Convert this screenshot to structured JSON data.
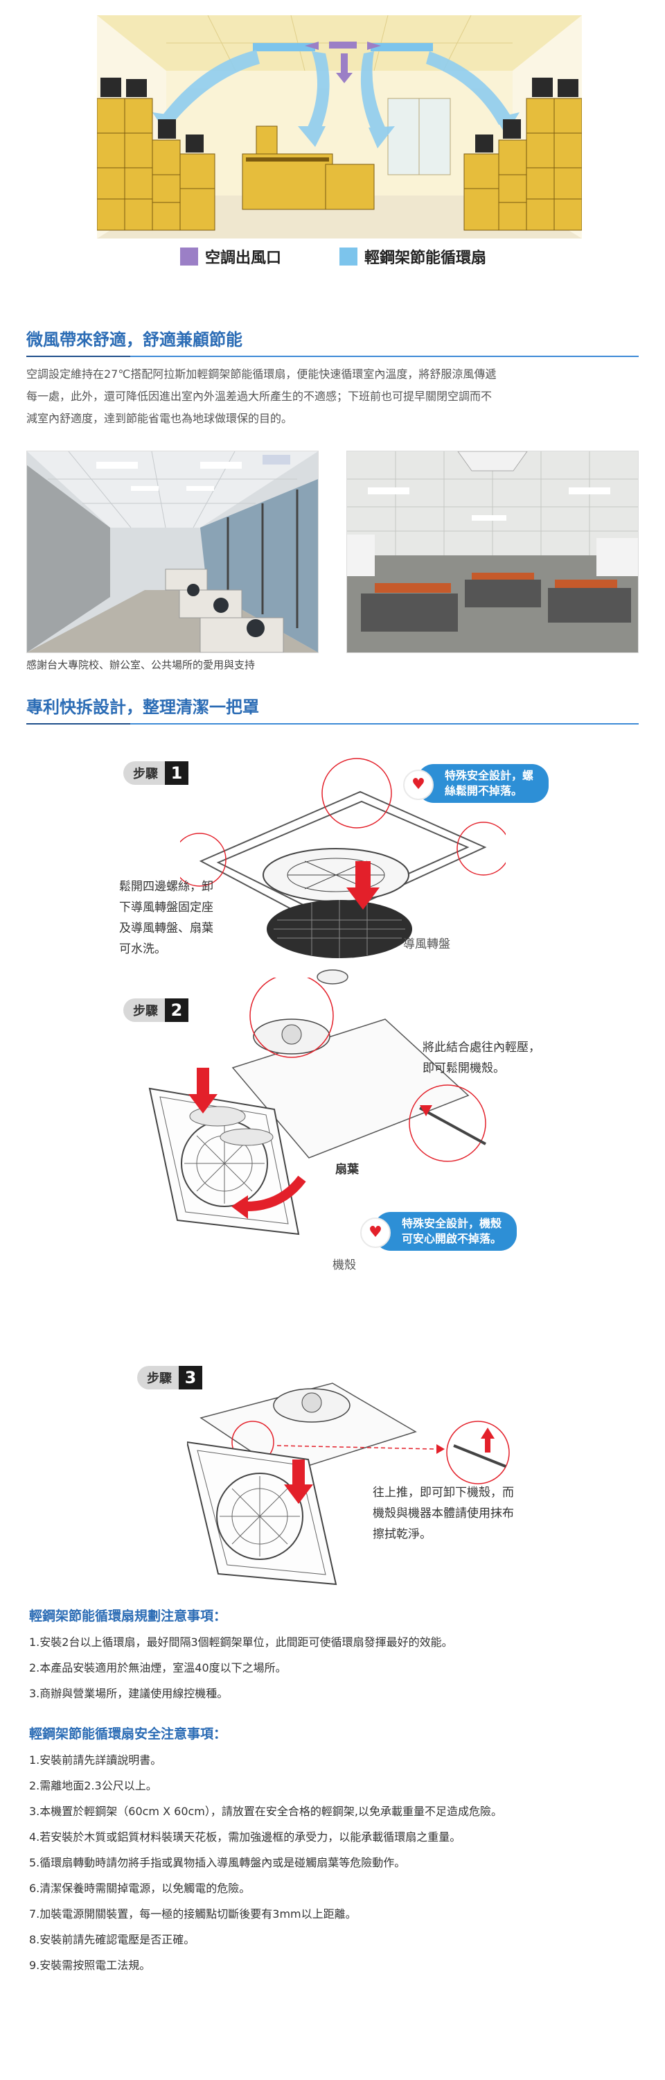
{
  "legend": {
    "outlet": {
      "label": "空調出風口",
      "color": "#9b7fc6"
    },
    "fan": {
      "label": "輕鋼架節能循環扇",
      "color": "#7cc4ec"
    }
  },
  "section1": {
    "title": "微風帶來舒適，舒適兼顧節能",
    "paragraph_lines": [
      "空調設定維持在27℃搭配阿拉斯加輕鋼架節能循環扇，便能快速循環室內溫度，將舒服涼風傳遞",
      "每一處，此外，還可降低因進出室內外溫差過大所產生的不適感；下班前也可提早關閉空調而不",
      "減室內舒適度，達到節能省電也為地球做環保的目的。"
    ],
    "caption": "感謝台大專院校、辦公室、公共場所的愛用與支持"
  },
  "section2": {
    "title": "專利快拆設計，整理清潔一把罩"
  },
  "step1": {
    "label": "步驟",
    "num": "1",
    "bubble_lines": [
      "特殊安全設計，螺",
      "絲鬆開不掉落。"
    ],
    "note_lines": [
      "鬆開四邊螺絲，卸",
      "下導風轉盤固定座",
      "及導風轉盤、扇葉",
      "可水洗。"
    ],
    "part_label": "導風轉盤"
  },
  "step2": {
    "label": "步驟",
    "num": "2",
    "note_lines": [
      "將此結合處往內輕壓，",
      "即可鬆開機殼。"
    ],
    "blade_label": "扇葉",
    "bubble_lines": [
      "特殊安全設計，機殼",
      "可安心開啟不掉落。"
    ],
    "housing_label": "機殼"
  },
  "step3": {
    "label": "步驟",
    "num": "3",
    "note_lines": [
      "往上推，即可卸下機殼，而",
      "機殼與機器本體請使用抹布",
      "擦拭乾淨。"
    ]
  },
  "planning": {
    "title": "輕鋼架節能循環扇規劃注意事項：",
    "items": [
      "1.安裝2台以上循環扇，最好間隔3個輕鋼架單位，此間距可使循環扇發揮最好的效能。",
      "2.本產品安裝適用於無油煙，室溫40度以下之場所。",
      "3.商辦與營業場所，建議使用線控機種。"
    ]
  },
  "safety": {
    "title": "輕鋼架節能循環扇安全注意事項：",
    "items": [
      "1.安裝前請先詳讀說明書。",
      "2.需離地面2.3公尺以上。",
      "3.本機置於輕鋼架（60cm X 60cm），請放置在安全合格的輕鋼架,以免承載重量不足造成危險。",
      "4.若安裝於木質或鋁質材料裝璜天花板，需加強邊框的承受力，以能承載循環扇之重量。",
      "5.循環扇轉動時請勿將手指或異物插入導風轉盤內或是碰觸扇葉等危險動作。",
      "6.清潔保養時需關掉電源，以免觸電的危險。",
      "7.加裝電源開關裝置，每一極的接觸點切斷後要有3mm以上距離。",
      "8.安裝前請先確認電壓是否正確。",
      "9.安裝需按照電工法規。"
    ]
  }
}
